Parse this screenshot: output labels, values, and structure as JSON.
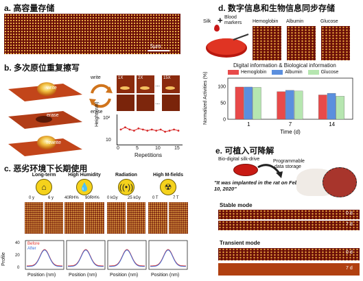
{
  "panel_a": {
    "letter": "a.",
    "title": "高容量存储",
    "scale": "5μm"
  },
  "panel_b": {
    "letter": "b.",
    "title": "多次原位重复擦写",
    "labels": [
      "write",
      "erase",
      "rewrite"
    ],
    "cycle_write": "write",
    "cycle_erase": "erase",
    "zoom_labels": [
      "1X",
      "2X",
      "15X"
    ],
    "plot": {
      "ylabel": "Height (nm)",
      "xlabel": "Repetitions",
      "yticks": [
        "10²",
        "10"
      ],
      "xticks": [
        "0",
        "5",
        "10",
        "15"
      ],
      "series": [
        50,
        52,
        50,
        49,
        51,
        50,
        49,
        50,
        49,
        50,
        48,
        49,
        50,
        49
      ]
    }
  },
  "panel_c": {
    "letter": "c.",
    "title": "恶劣环境下长期使用",
    "conditions": [
      {
        "name": "Long-term",
        "icon": "house-icon",
        "a": "0 y",
        "b": "6 y"
      },
      {
        "name": "High Humidity",
        "icon": "water-drops-icon",
        "a": "40RH%",
        "b": "90RH%"
      },
      {
        "name": "Radiation",
        "icon": "radiation-wave-icon",
        "a": "0 kGy",
        "b": "25 kGy"
      },
      {
        "name": "High M-fields",
        "icon": "radioactive-icon",
        "a": "0 T",
        "b": "7 T"
      }
    ],
    "profile_ylabel": "Profile",
    "yticks": [
      "40",
      "20",
      "0"
    ],
    "xlabel": "Position (nm)",
    "legend_before": "Before",
    "legend_after": "After",
    "before_color": "#e0312a",
    "after_color": "#3f6fd8"
  },
  "panel_d": {
    "letter": "d.",
    "title": "数字信息和生物信息同步存储",
    "silk": "Silk",
    "plus": "+",
    "markers": "Blood markers",
    "proteins": [
      "Hemoglobin",
      "Albumin",
      "Glucose"
    ],
    "caption": "Digital information & Biological information",
    "chart_data": {
      "type": "bar",
      "categories": [
        "1",
        "7",
        "14"
      ],
      "series": [
        {
          "name": "Hemoglobin",
          "values": [
            98,
            84,
            74
          ],
          "color": "#e84a4a"
        },
        {
          "name": "Albumin",
          "values": [
            98,
            88,
            79
          ],
          "color": "#5b8fde"
        },
        {
          "name": "Glucose",
          "values": [
            97,
            86,
            70
          ],
          "color": "#b6e6b0"
        }
      ],
      "ylabel": "Normalized Activities (%)",
      "xlabel": "Time (d)",
      "ylim": [
        0,
        125
      ],
      "yticks": [
        "0",
        "50",
        "100"
      ]
    }
  },
  "panel_e": {
    "letter": "e.",
    "title": "可植入可降解",
    "drive": "Bio-digital silk-drive",
    "storage_line1": "Programmable",
    "storage_line2": "data storage",
    "quote": "\"It was implanted in the rat on Feb. 10, 2020\"",
    "stable": "Stable mode",
    "transient": "Transient mode",
    "tags": [
      "0 d",
      "7 d",
      "0 d",
      "7 d"
    ]
  }
}
